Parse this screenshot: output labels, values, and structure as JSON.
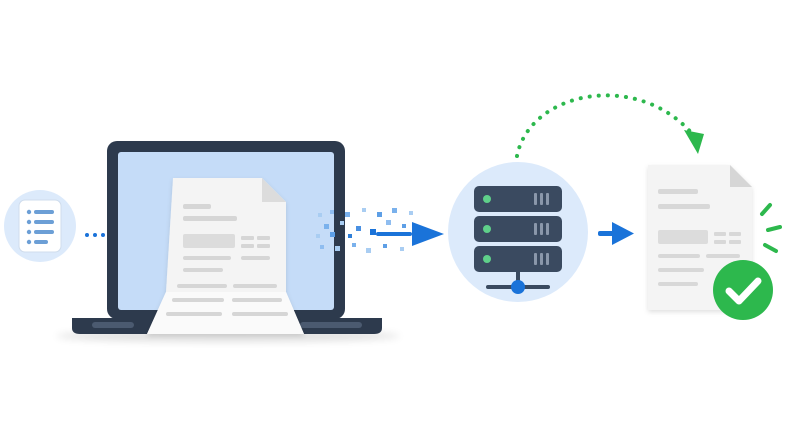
{
  "diagram": {
    "stages": [
      {
        "id": "source-document",
        "icon": "list-document-icon"
      },
      {
        "id": "laptop-upload",
        "icon": "laptop-document-icon"
      },
      {
        "id": "data-transfer",
        "icon": "data-particles"
      },
      {
        "id": "server-processing",
        "icon": "server-icon"
      },
      {
        "id": "result-document",
        "icon": "document-check-icon"
      }
    ],
    "connectors": [
      {
        "from": "source-document",
        "to": "laptop-upload",
        "style": "dotted-arrow"
      },
      {
        "from": "laptop-upload",
        "to": "server-processing",
        "style": "pixel-stream-arrow"
      },
      {
        "from": "server-processing",
        "to": "result-document",
        "style": "solid-arrow"
      },
      {
        "from": "server-processing",
        "to": "result-document",
        "style": "dotted-curved-arrow"
      }
    ],
    "colors": {
      "accent_blue": "#1a73d9",
      "light_blue_circle": "#dceafb",
      "screen_blue": "#c5dcf8",
      "dark_navy": "#2d3a4d",
      "success_green": "#2db84d",
      "paper_gray": "#f4f4f4",
      "line_gray": "#d6d6d6"
    }
  }
}
